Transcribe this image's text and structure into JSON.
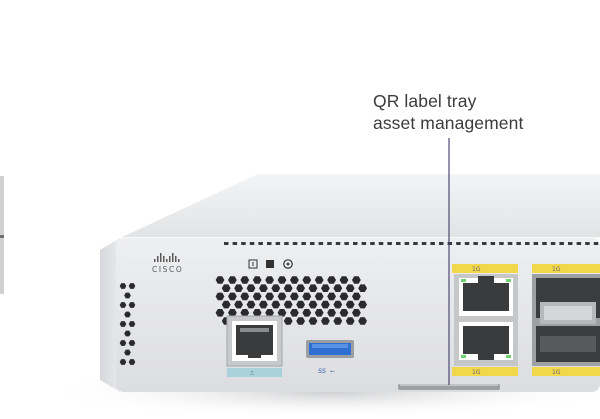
{
  "callout": {
    "line1": "QR label tray",
    "line2": "asset management"
  },
  "device": {
    "brand": "CISCO",
    "usb_mark": "SS",
    "port_group_label_1": "1G",
    "port_group_label_2": "1G",
    "sfp_label_top": "1G",
    "sfp_label_bottom": "1G"
  },
  "colors": {
    "chassis": "#e6e7e9",
    "chassis_top": "#f1f2f3",
    "callout_line": "#3e3a6c",
    "label_yellow": "#f2d64b",
    "usb_blue": "#2f6fd1",
    "console_tag": "#a9d2dc"
  }
}
